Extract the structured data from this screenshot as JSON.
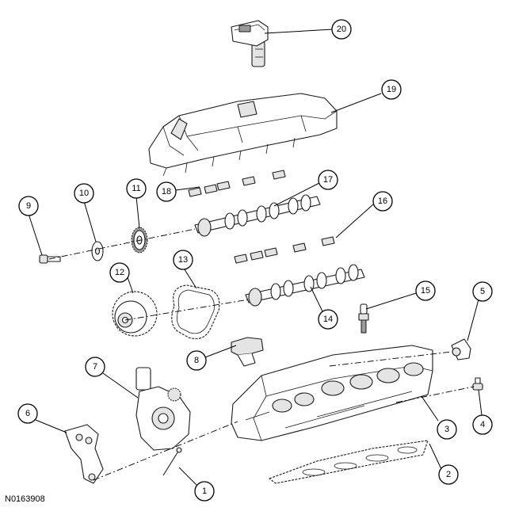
{
  "figure_id": "N0163908",
  "callouts": [
    {
      "num": "1"
    },
    {
      "num": "2"
    },
    {
      "num": "3"
    },
    {
      "num": "4"
    },
    {
      "num": "5"
    },
    {
      "num": "6"
    },
    {
      "num": "7"
    },
    {
      "num": "8"
    },
    {
      "num": "9"
    },
    {
      "num": "10"
    },
    {
      "num": "11"
    },
    {
      "num": "12"
    },
    {
      "num": "13"
    },
    {
      "num": "14"
    },
    {
      "num": "15"
    },
    {
      "num": "16"
    },
    {
      "num": "17"
    },
    {
      "num": "18"
    },
    {
      "num": "19"
    },
    {
      "num": "20"
    }
  ]
}
